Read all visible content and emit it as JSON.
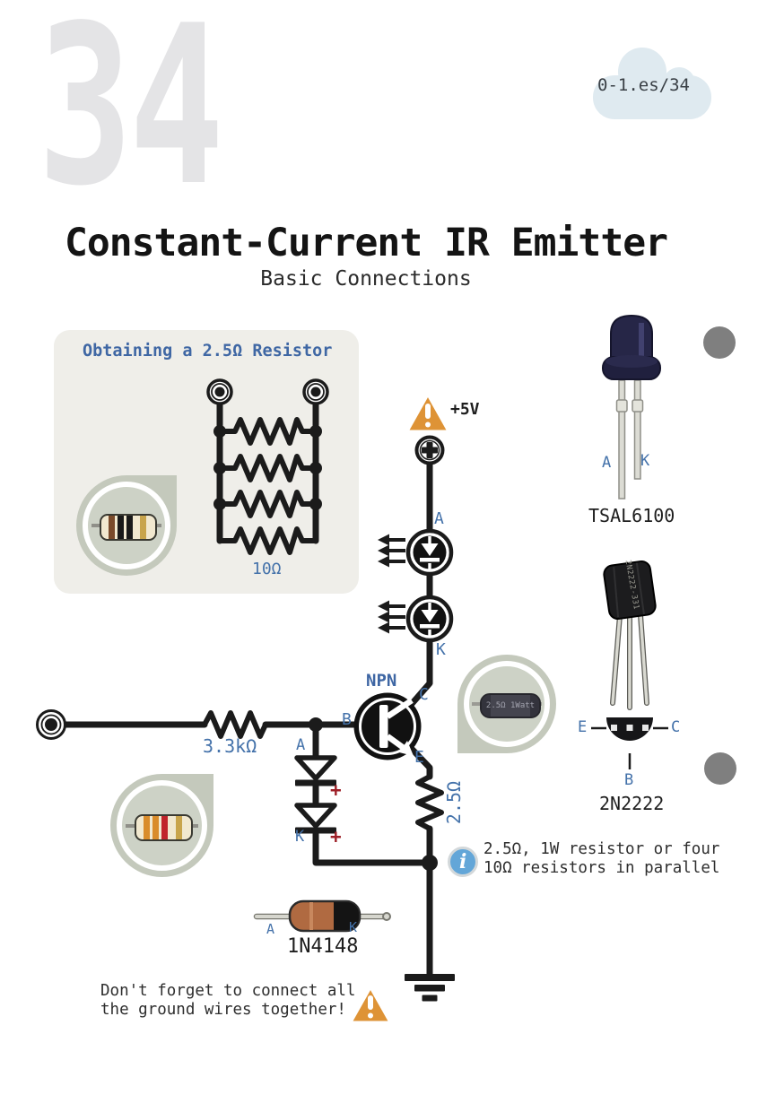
{
  "page": {
    "issue_number": "34",
    "url_badge": "0-1.es/34",
    "title": "Constant-Current IR Emitter",
    "subtitle": "Basic Connections"
  },
  "inset_box": {
    "title": "Obtaining a 2.5Ω Resistor",
    "parallel_value_label": "10Ω"
  },
  "circuit": {
    "supply_label": "+5V",
    "led_top_anode_label": "A",
    "led_bottom_cathode_label": "K",
    "transistor_label": "NPN",
    "pin_b": "B",
    "pin_c": "C",
    "pin_e": "E",
    "base_resistor_label": "3.3kΩ",
    "emitter_resistor_label": "2.5Ω",
    "diode_anode_label": "A",
    "diode_cathode_label": "K",
    "plus_mark_1": "+",
    "plus_mark_2": "+"
  },
  "note": {
    "info_glyph": "i",
    "line1": "2.5Ω, 1W resistor or four",
    "line2": "10Ω resistors in parallel"
  },
  "warning": {
    "line1": "Don't forget to connect all",
    "line2": "the ground wires together!"
  },
  "components": {
    "ir_led": {
      "name": "TSAL6100",
      "pin_a": "A",
      "pin_k": "K"
    },
    "transistor": {
      "name": "2N2222",
      "marking": "2N2222-331",
      "pin_e": "E",
      "pin_b": "B",
      "pin_c": "C"
    },
    "diode": {
      "name": "1N4148",
      "pin_a": "A",
      "pin_k": "K"
    },
    "power_resistor_text": "2.5Ω 1Watt"
  },
  "colors": {
    "accent_blue": "#4472aa",
    "wire_black": "#1b1b1b",
    "warning_orange": "#de9336",
    "info_blue": "#63a6d8",
    "plus_red": "#9e2028",
    "sage_blob": "#c4c9bc",
    "box_bg": "#efeee9",
    "number_gray": "#e4e4e6",
    "cloud_blue": "#dfeaf0",
    "hole_gray": "#7f7f7f"
  }
}
